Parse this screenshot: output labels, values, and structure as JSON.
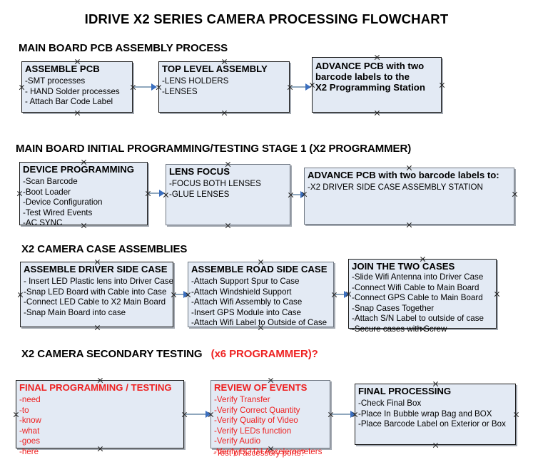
{
  "document": {
    "title": "IDRIVE X2  SERIES CAMERA PROCESSING FLOWCHART",
    "accent_color": "#ee2222",
    "box_fill_color": "#e3eaf4",
    "connector_color": "#8fa7bd",
    "arrowhead_color": "#3b6fbf"
  },
  "sections": [
    {
      "id": "main-board-pcb-assembly",
      "heading": "MAIN BOARD PCB ASSEMBLY PROCESS",
      "heading_accent": "",
      "nodes": [
        {
          "id": "assemble-pcb",
          "title": "ASSEMBLE PCB",
          "lines": [
            "-SMT processes",
            "- HAND Solder processes",
            "- Attach Bar Code Label"
          ]
        },
        {
          "id": "top-level-assembly",
          "title": "TOP LEVEL ASSEMBLY",
          "lines": [
            "-LENS HOLDERS",
            "-LENSES"
          ]
        },
        {
          "id": "advance-pcb-to-x2-programming-station",
          "title": "ADVANCE PCB with two\nbarcode labels to the\n X2 Programming Station",
          "lines": []
        }
      ]
    },
    {
      "id": "main-board-initial-programming",
      "heading": "MAIN BOARD INITIAL PROGRAMMING/TESTING STAGE 1 (X2 PROGRAMMER)",
      "heading_accent": "",
      "nodes": [
        {
          "id": "device-programming",
          "title": "DEVICE PROGRAMMING",
          "lines": [
            "-Scan Barcode",
            "-Boot Loader",
            "-Device Configuration",
            "-Test Wired Events",
            "-AC SYNC"
          ]
        },
        {
          "id": "lens-focus",
          "title": "LENS FOCUS",
          "lines": [
            "-FOCUS BOTH LENSES",
            "-GLUE LENSES"
          ]
        },
        {
          "id": "advance-pcb-to-driver-side-case",
          "title": "ADVANCE PCB with two barcode labels to:",
          "lines": [
            "-X2 DRIVER  SIDE  CASE  ASSEMBLY STATION"
          ]
        }
      ]
    },
    {
      "id": "x2-camera-case-assemblies",
      "heading": "X2 CAMERA CASE ASSEMBLIES",
      "heading_accent": "",
      "nodes": [
        {
          "id": "assemble-driver-side-case",
          "title": "ASSEMBLE DRIVER SIDE CASE",
          "lines": [
            "- Insert LED Plastic lens into Driver Case",
            "-Snap LED Board with Cable into Case",
            "-Connect LED Cable to X2 Main Board",
            "-Snap Main Board into case"
          ]
        },
        {
          "id": "assemble-road-side-case",
          "title": "ASSEMBLE ROAD SIDE CASE",
          "lines": [
            "-Attach Support Spur to Case",
            "-Attach Windshield Support",
            "-Attach Wifi Assembly to Case",
            "-Insert GPS Module into Case",
            "-Attach Wifi Label to Outside of Case"
          ]
        },
        {
          "id": "join-the-two-cases",
          "title": "JOIN THE TWO CASES",
          "lines": [
            "-Slide Wifi Antenna into Driver Case",
            "-Connect Wifi Cable to Main Board",
            "-Connect GPS Cable to Main Board",
            "-Snap Cases Together",
            "-Attach S/N Label to outside of case",
            "-Secure cases with Screw"
          ]
        }
      ]
    },
    {
      "id": "x2-camera-secondary-testing",
      "heading": "X2 CAMERA SECONDARY TESTING",
      "heading_accent": "(x6 PROGRAMMER)?",
      "nodes": [
        {
          "id": "final-programming-testing",
          "title": "FINAL PROGRAMMING / TESTING",
          "lines": [
            "-need",
            "-to",
            "-know",
            "-what",
            "-goes",
            "-here"
          ]
        },
        {
          "id": "review-of-events",
          "title": "REVIEW OF EVENTS",
          "lines": [
            "-Verify Transfer",
            "-Verify Correct Quantity",
            "-Verify Quality of Video",
            "-Verify LEDs function",
            "-Verify Audio",
            "-Verify BOTH Accelerometers"
          ],
          "overflow_line": "-Test of accessory ports?"
        },
        {
          "id": "final-processing",
          "title": "FINAL PROCESSING",
          "lines": [
            " -Check Final Box",
            "-Place In Bubble wrap Bag and BOX",
            "-Place Barcode Label on Exterior or Box"
          ]
        }
      ]
    }
  ]
}
